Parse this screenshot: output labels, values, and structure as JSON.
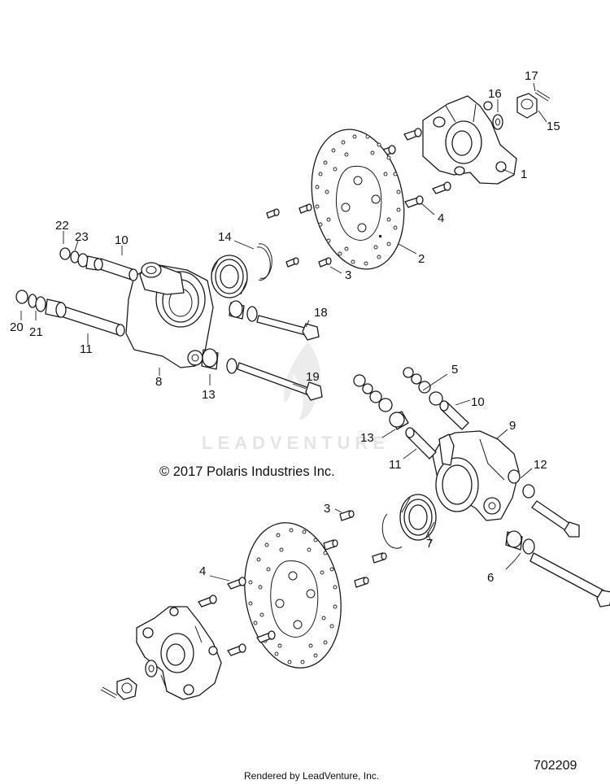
{
  "copyright": "© 2017 Polaris Industries Inc.",
  "watermark": "LEADVENTURE",
  "footer": "Rendered by LeadVenture, Inc.",
  "diagram_id": "702209",
  "callouts": {
    "c1": "1",
    "c2": "2",
    "c3a": "3",
    "c3b": "3",
    "c4a": "4",
    "c4b": "4",
    "c5": "5",
    "c6": "6",
    "c7": "7",
    "c8": "8",
    "c9": "9",
    "c10a": "10",
    "c10b": "10",
    "c11a": "11",
    "c11b": "11",
    "c12": "12",
    "c13a": "13",
    "c13b": "13",
    "c14": "14",
    "c15": "15",
    "c16": "16",
    "c17": "17",
    "c18": "18",
    "c19": "19",
    "c20": "20",
    "c21": "21",
    "c22": "22",
    "c23": "23"
  }
}
